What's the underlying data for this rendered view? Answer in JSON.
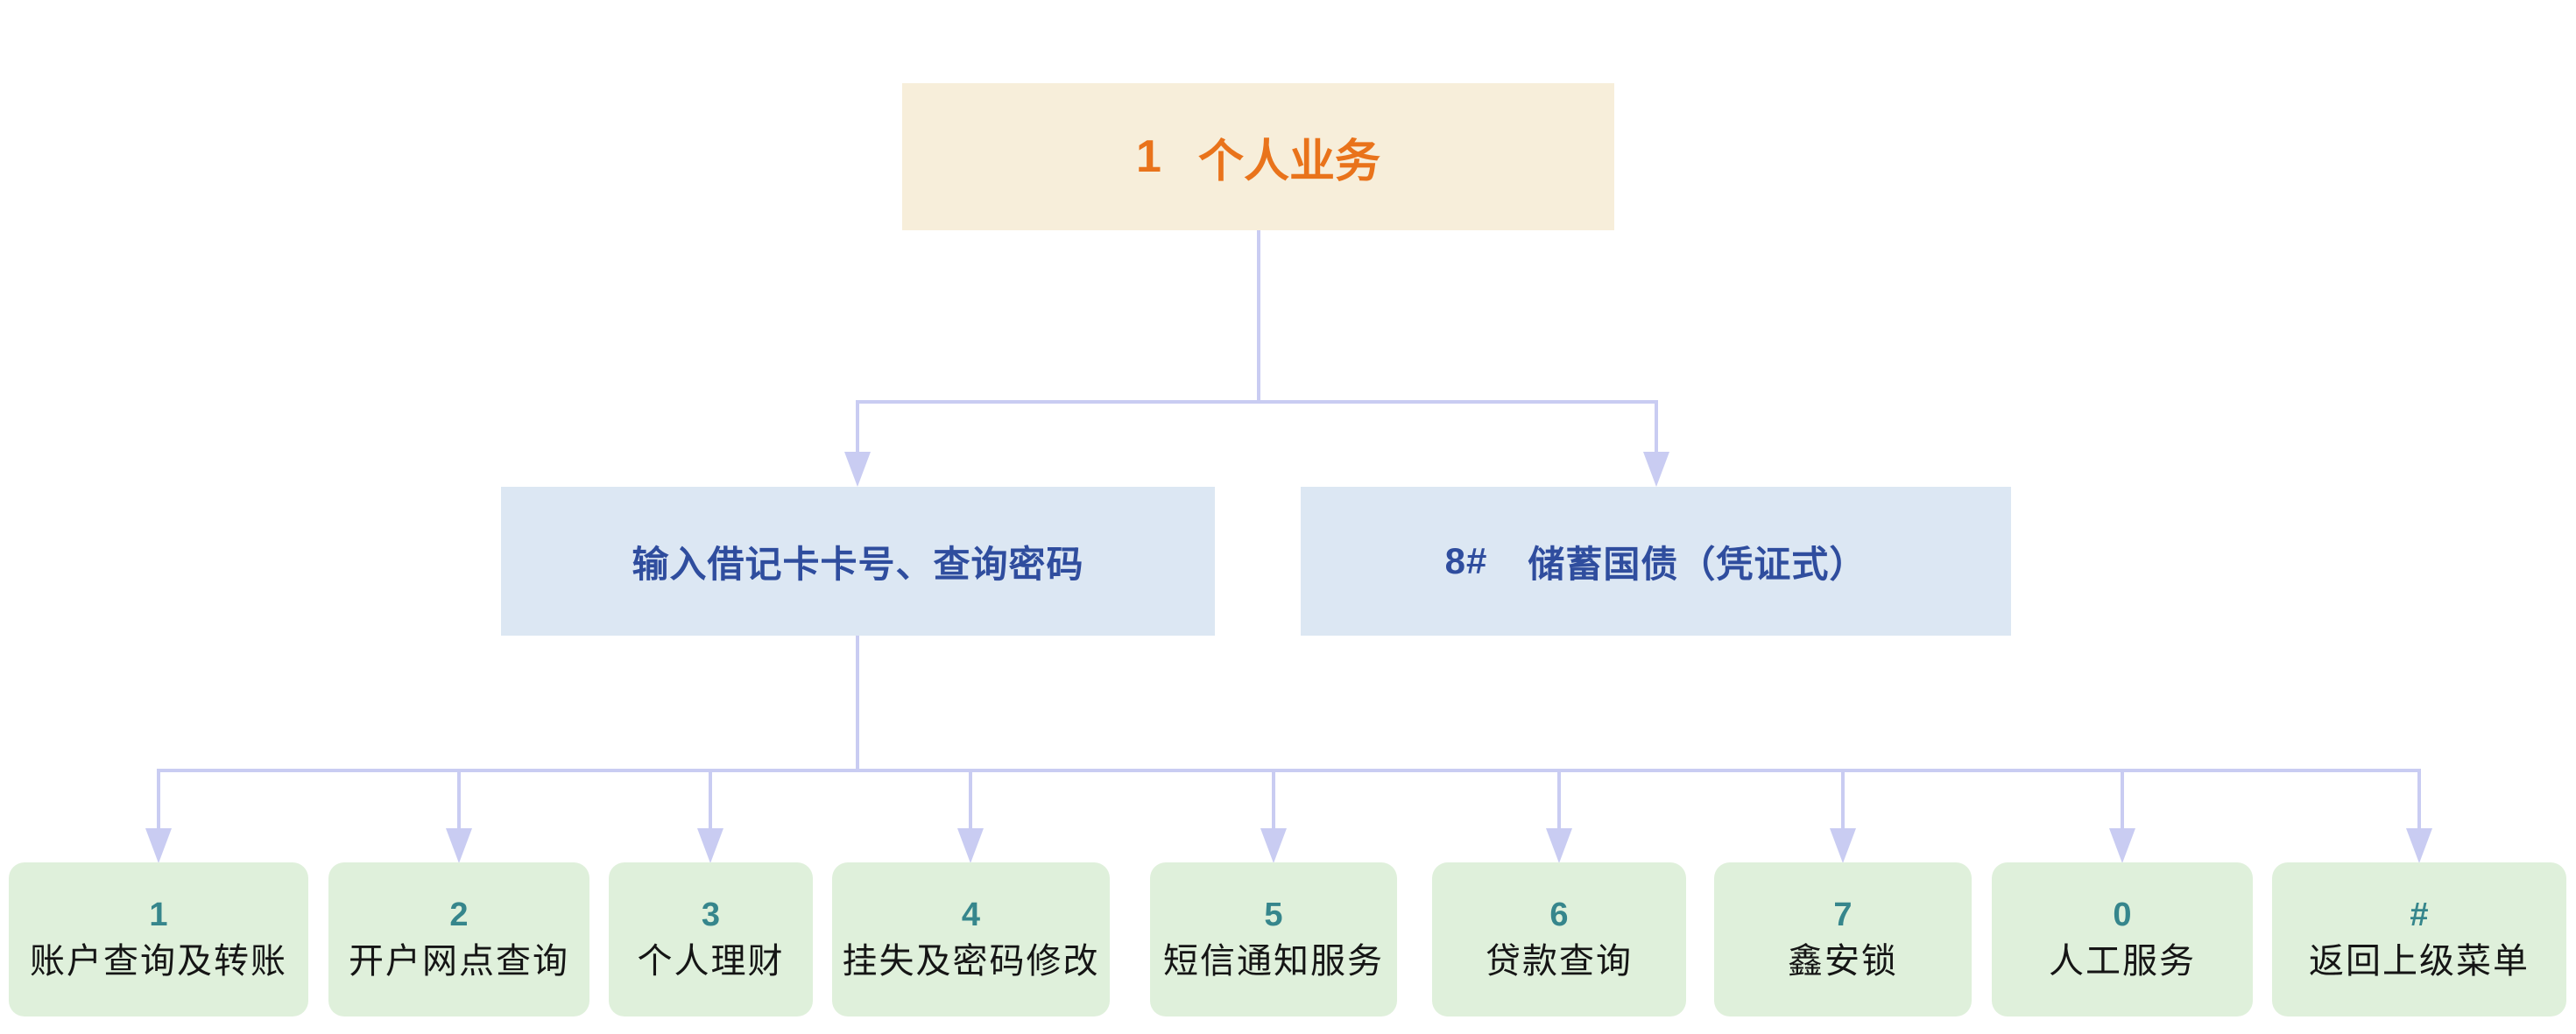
{
  "diagram": {
    "title_node": {
      "key": "1",
      "label": "个人业务"
    },
    "level2": [
      {
        "label": "输入借记卡卡号、查询密码"
      },
      {
        "key": "8#",
        "label": "储蓄国债（凭证式）"
      }
    ],
    "leaves": [
      {
        "key": "1",
        "label": "账户查询及转账"
      },
      {
        "key": "2",
        "label": "开户网点查询"
      },
      {
        "key": "3",
        "label": "个人理财"
      },
      {
        "key": "4",
        "label": "挂失及密码修改"
      },
      {
        "key": "5",
        "label": "短信通知服务"
      },
      {
        "key": "6",
        "label": "贷款查询"
      },
      {
        "key": "7",
        "label": "鑫安锁"
      },
      {
        "key": "0",
        "label": "人工服务"
      },
      {
        "key": "#",
        "label": "返回上级菜单"
      }
    ],
    "colors": {
      "root_bg": "#F7EEDA",
      "root_text": "#E9731B",
      "level2_bg": "#DCE7F3",
      "level2_text": "#2F4D9E",
      "leaf_bg": "#DFF0DB",
      "leaf_key": "#36868C",
      "leaf_text": "#151515",
      "connector": "#C9CCF2"
    }
  }
}
